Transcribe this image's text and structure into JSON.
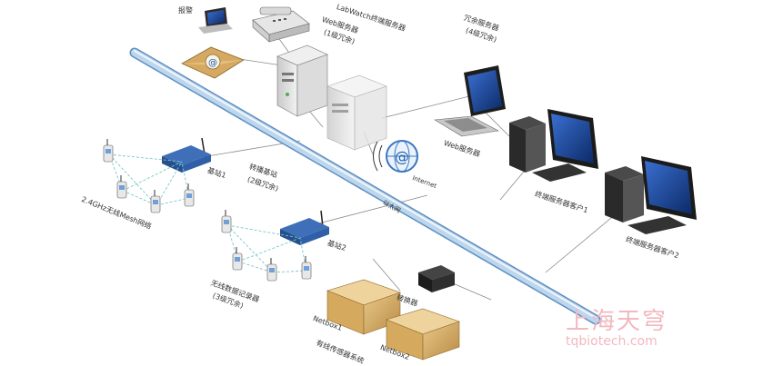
{
  "labels": {
    "alarm": "报警",
    "labwatch_server": "LabWatch终端服务器",
    "web_server_top": "Web服务器",
    "web_server_top_sub": "(1级冗余)",
    "redundant_server": "冗余服务器",
    "redundant_sub": "(4级冗余)",
    "base_station1": "基站1",
    "relay_station": "转播基站",
    "relay_sub": "(2级冗余)",
    "zigbee_net": "2.4GHz无线Mesh网络",
    "internet": "Internet",
    "web_server_right": "Web服务器",
    "client1": "终端服务器客户1",
    "client2": "终端服务器客户2",
    "lan": "以太网",
    "base_station2": "基站2",
    "wireless_logger": "无线数据记录器",
    "wireless_logger_sub": "(3级冗余)",
    "switch": "转换器",
    "netbox1": "Netbox1",
    "netbox2": "Netbox2",
    "wired_logger": "有线传感器系统"
  },
  "watermark": {
    "cn": "上海天穹",
    "url": "tqbiotech.com"
  },
  "icons": {
    "alarm": "laptop-icon",
    "phone": "telephone-icon",
    "mail": "email-envelope-icon",
    "server": "tower-server-icon",
    "globe": "internet-globe-icon",
    "laptop": "laptop-icon",
    "desktop": "desktop-computer-icon",
    "router": "wireless-router-icon",
    "sensor": "sensor-device-icon",
    "netbox": "netbox-box-icon",
    "switch": "network-switch-icon"
  },
  "colors": {
    "backbone": "#bcd6ee",
    "router": "#2f5fa8",
    "mesh": "#7cc6c6",
    "netbox": "#d8b070",
    "watermark": "#f2b8c0"
  }
}
